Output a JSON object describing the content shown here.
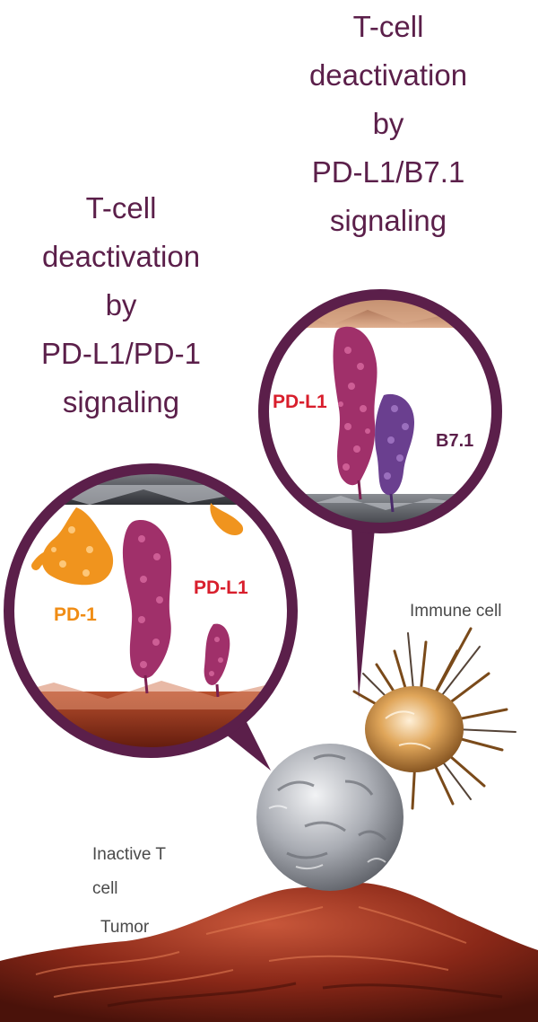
{
  "captions": {
    "right": [
      "T-cell",
      "deactivation",
      "by",
      "PD-L1/B7.1",
      "signaling"
    ],
    "left": [
      "T-cell",
      "deactivation",
      "by",
      "PD-L1/PD-1",
      "signaling"
    ]
  },
  "labels": {
    "pdl1_right": "PD-L1",
    "b71": "B7.1",
    "pd1": "PD-1",
    "pdl1_left": "PD-L1",
    "immune_cell": "Immune cell",
    "inactive_t_cell": [
      "Inactive T",
      "cell"
    ],
    "tumor": "Tumor"
  },
  "colors": {
    "caption_text": "#5b1f4a",
    "pdl1": "#d81e2c",
    "pd1": "#f08c14",
    "b71": "#5b1f4a",
    "circle_frame": "#5b1f4a",
    "pdl1_protein": "#a0306a",
    "b71_protein": "#6a3f8f",
    "pd1_protein": "#f0941e",
    "tumor": "#8a2818",
    "t_cell": "#a9acb3",
    "immune_cell": "#c98a3a"
  },
  "icons": {
    "tumor": "tumor-mass-illustration",
    "t_cell": "t-cell-sphere",
    "immune_cell": "spiky-immune-cell",
    "zoom_circles": "magnifier-callout"
  }
}
